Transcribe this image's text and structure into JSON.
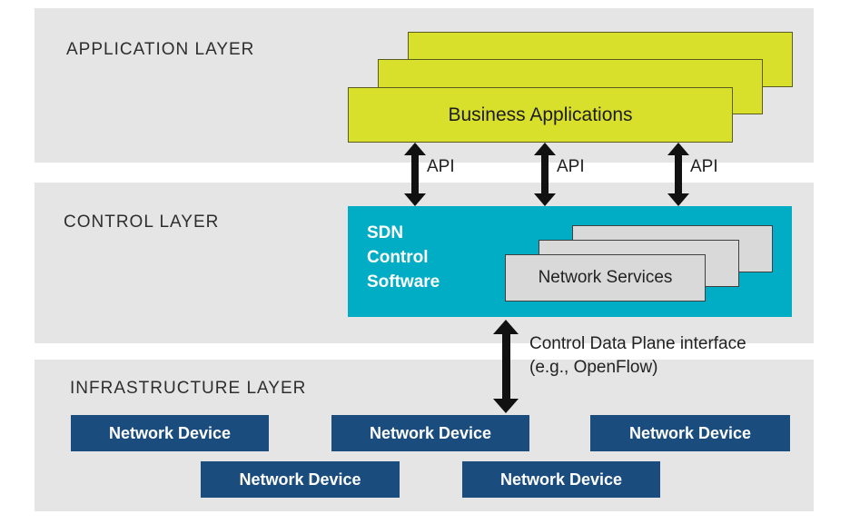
{
  "layers": {
    "application": {
      "label": "APPLICATION LAYER"
    },
    "control": {
      "label": "CONTROL LAYER"
    },
    "infrastructure": {
      "label": "INFRASTRUCTURE LAYER"
    }
  },
  "application_layer": {
    "business_apps_label": "Business Applications",
    "stacked_boxes": 3
  },
  "control_layer": {
    "sdn_software_label": "SDN\nControl\nSoftware",
    "network_services_label": "Network Services",
    "stacked_service_boxes": 3
  },
  "interfaces": {
    "api_labels": [
      "API",
      "API",
      "API"
    ],
    "control_data_plane_label": "Control Data Plane interface\n(e.g., OpenFlow)"
  },
  "infrastructure_layer": {
    "devices": [
      "Network Device",
      "Network Device",
      "Network Device",
      "Network Device",
      "Network Device"
    ]
  },
  "colors": {
    "layer_band": "#e5e5e5",
    "application_box_fill": "#d9e02b",
    "application_box_border": "#5a5b1e",
    "control_box_fill": "#00adc4",
    "services_box_fill": "#d9d9d9",
    "services_box_border": "#3f3f3f",
    "device_box_fill": "#1a4d7e",
    "arrow": "#111111",
    "label_text": "#2e2e2e"
  }
}
